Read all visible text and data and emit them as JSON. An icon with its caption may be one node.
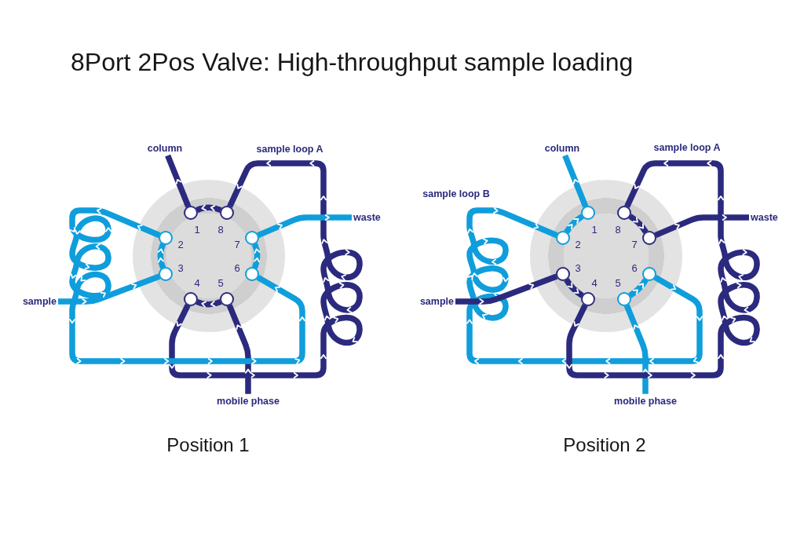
{
  "diagram": {
    "title": "8Port 2Pos Valve: High-throughput sample loading",
    "nodes": [
      {
        "text": [
          "column"
        ]
      },
      {
        "text": [
          "waste"
        ]
      },
      {
        "text": [
          "sample"
        ]
      },
      {
        "text": [],
        "shape": "circle"
      },
      {
        "text": [],
        "shape": "circle",
        "in": 3,
        "beside": [
          "1"
        ]
      },
      {
        "text": [],
        "shape": "circle",
        "in": 3,
        "beside": [
          "8"
        ]
      },
      {
        "text": [],
        "shape": "circle",
        "in": 3,
        "beside": [
          "2"
        ]
      },
      {
        "text": [],
        "shape": "circle",
        "in": 3,
        "beside": [
          "7"
        ]
      },
      {
        "text": [],
        "shape": "circle",
        "in": 3,
        "beside": [
          "3"
        ]
      },
      {
        "text": [],
        "shape": "circle",
        "in": 3,
        "beside": [
          "6"
        ]
      },
      {
        "text": [],
        "shape": "circle",
        "in": 3,
        "beside": [
          "4"
        ]
      },
      {
        "text": [],
        "shape": "circle",
        "in": 3,
        "beside": [
          "5"
        ]
      },
      {
        "text": [
          "mobile phase"
        ]
      },
      {
        "text": [
          "column"
        ]
      },
      {
        "text": [
          "waste"
        ]
      },
      {
        "text": [
          "sample"
        ]
      },
      {
        "text": [],
        "shape": "circle"
      },
      {
        "text": [],
        "shape": "circle",
        "in": 16,
        "beside": [
          "1"
        ]
      },
      {
        "text": [],
        "shape": "circle",
        "in": 16,
        "beside": [
          "8"
        ]
      },
      {
        "text": [],
        "shape": "circle",
        "in": 16,
        "beside": [
          "2"
        ]
      },
      {
        "text": [],
        "shape": "circle",
        "in": 16,
        "beside": [
          "7"
        ]
      },
      {
        "text": [],
        "shape": "circle",
        "in": 16,
        "beside": [
          "3"
        ]
      },
      {
        "text": [],
        "shape": "circle",
        "in": 16,
        "beside": [
          "6"
        ]
      },
      {
        "text": [],
        "shape": "circle",
        "in": 16,
        "beside": [
          "4"
        ]
      },
      {
        "text": [],
        "shape": "circle",
        "in": 16,
        "beside": [
          "5"
        ]
      },
      {
        "text": [
          "mobile phase"
        ]
      }
    ],
    "edges": [
      {
        "from": 4,
        "to": 0,
        "arrow": "to",
        "color": "#2b2a7e"
      },
      {
        "from": 5,
        "to": 4,
        "arrow": "to",
        "color": "#2b2a7e"
      },
      {
        "from": 10,
        "to": 5,
        "arrow": "to",
        "label": "sample loop A",
        "color": "#2b2a7e"
      },
      {
        "from": 12,
        "to": 11,
        "arrow": "to",
        "color": "#2b2a7e"
      },
      {
        "from": 11,
        "to": 10,
        "arrow": "to",
        "color": "#2b2a7e"
      },
      {
        "from": 2,
        "to": 8,
        "arrow": "to",
        "color": "#0f9edb"
      },
      {
        "from": 8,
        "to": 6,
        "arrow": "to",
        "color": "#0f9edb"
      },
      {
        "from": 6,
        "to": 9,
        "arrow": "to",
        "color": "#0f9edb"
      },
      {
        "from": 9,
        "to": 7,
        "arrow": "to",
        "color": "#0f9edb"
      },
      {
        "from": 7,
        "to": 1,
        "arrow": "to",
        "color": "#0f9edb"
      },
      {
        "from": 17,
        "to": 13,
        "arrow": "to",
        "color": "#0f9edb"
      },
      {
        "from": 19,
        "to": 17,
        "arrow": "to",
        "color": "#0f9edb"
      },
      {
        "from": 22,
        "to": 19,
        "arrow": "to",
        "label": "sample loop B",
        "color": "#0f9edb"
      },
      {
        "from": 24,
        "to": 22,
        "arrow": "to",
        "color": "#0f9edb"
      },
      {
        "from": 25,
        "to": 24,
        "arrow": "to",
        "color": "#0f9edb"
      },
      {
        "from": 15,
        "to": 21,
        "arrow": "to",
        "color": "#2b2a7e"
      },
      {
        "from": 21,
        "to": 23,
        "arrow": "to",
        "color": "#2b2a7e"
      },
      {
        "from": 23,
        "to": 18,
        "arrow": "to",
        "label": "sample loop A",
        "color": "#2b2a7e"
      },
      {
        "from": 18,
        "to": 20,
        "arrow": "to",
        "color": "#2b2a7e"
      },
      {
        "from": 20,
        "to": 14,
        "arrow": "to",
        "color": "#2b2a7e"
      }
    ],
    "labels": [
      "Position 1",
      "Position 2"
    ]
  }
}
